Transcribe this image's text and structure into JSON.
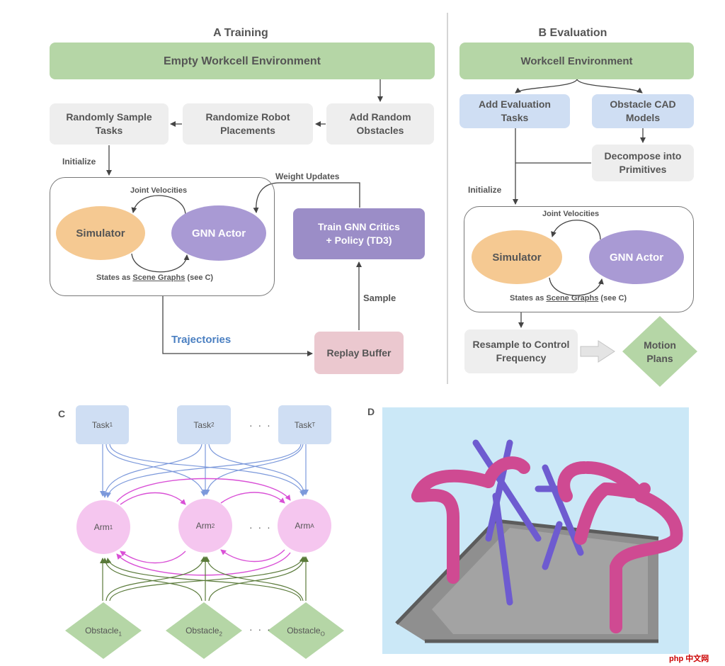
{
  "training": {
    "title": "A  Training",
    "env": "Empty Workcell Environment",
    "sample_tasks": "Randomly Sample Tasks",
    "randomize": "Randomize Robot Placements",
    "add_obstacles": "Add Random Obstacles",
    "initialize": "Initialize",
    "joint_velocities": "Joint Velocities",
    "simulator": "Simulator",
    "gnn_actor": "GNN Actor",
    "states_prefix": "States as ",
    "states_link": "Scene Graphs",
    "states_suffix": " (see C)",
    "weight_updates": "Weight Updates",
    "train": "Train GNN Critics + Policy (TD3)",
    "sample": "Sample",
    "trajectories": "Trajectories",
    "replay": "Replay Buffer"
  },
  "evaluation": {
    "title": "B  Evaluation",
    "env": "Workcell Environment",
    "add_tasks": "Add Evaluation Tasks",
    "cad": "Obstacle CAD Models",
    "decompose": "Decompose into Primitives",
    "initialize": "Initialize",
    "joint_velocities": "Joint Velocities",
    "simulator": "Simulator",
    "gnn_actor": "GNN Actor",
    "states_prefix": "States as ",
    "states_link": "Scene Graphs",
    "states_suffix": " (see C)",
    "resample": "Resample to Control Frequency",
    "motion_plans": "Motion Plans"
  },
  "graph": {
    "letter": "C",
    "tasks": [
      {
        "base": "Task",
        "sub": "1"
      },
      {
        "base": "Task",
        "sub": "2"
      },
      {
        "base": "Task",
        "sub": "T"
      }
    ],
    "arms": [
      {
        "base": "Arm",
        "sub": "1"
      },
      {
        "base": "Arm",
        "sub": "2"
      },
      {
        "base": "Arm",
        "sub": "A"
      }
    ],
    "obstacles": [
      {
        "base": "Obstacle",
        "sub": "1"
      },
      {
        "base": "Obstacle",
        "sub": "2"
      },
      {
        "base": "Obstacle",
        "sub": "O"
      }
    ],
    "ellipsis": "· · ·"
  },
  "render": {
    "letter": "D"
  },
  "watermark": "php 中文网",
  "colors": {
    "green": "#b5d6a6",
    "gray": "#eeeeee",
    "blue_box": "#cfdef3",
    "purple": "#9b8dc7",
    "pink_box": "#ebc8cf",
    "orange": "#f5c992",
    "trajectories_text": "#4a7fc1",
    "task_edge": "#7c99db",
    "arm_edge": "#d950d6",
    "obstacle_edge": "#5a7a3a",
    "arm_node": "#f5c6ef",
    "render_bg": "#cbe8f7"
  }
}
